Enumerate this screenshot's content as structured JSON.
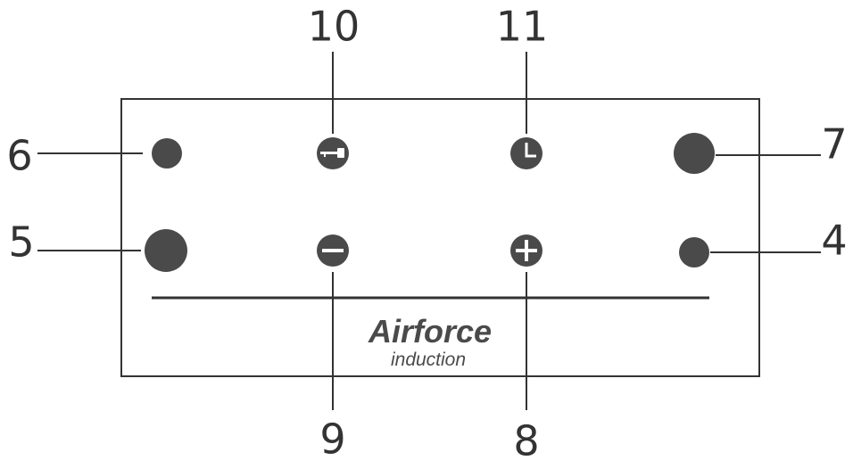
{
  "callouts": {
    "c4": "4",
    "c5": "5",
    "c6": "6",
    "c7": "7",
    "c8": "8",
    "c9": "9",
    "c10": "10",
    "c11": "11"
  },
  "brand": {
    "name": "Airforce",
    "subtitle": "induction"
  },
  "icons": {
    "key_button": "key-icon",
    "timer_button": "clock-icon",
    "minus_button": "minus-icon",
    "plus_button": "plus-icon"
  },
  "colors": {
    "button": "#4a4a4a",
    "line": "#333333",
    "panel_border": "#333333"
  }
}
